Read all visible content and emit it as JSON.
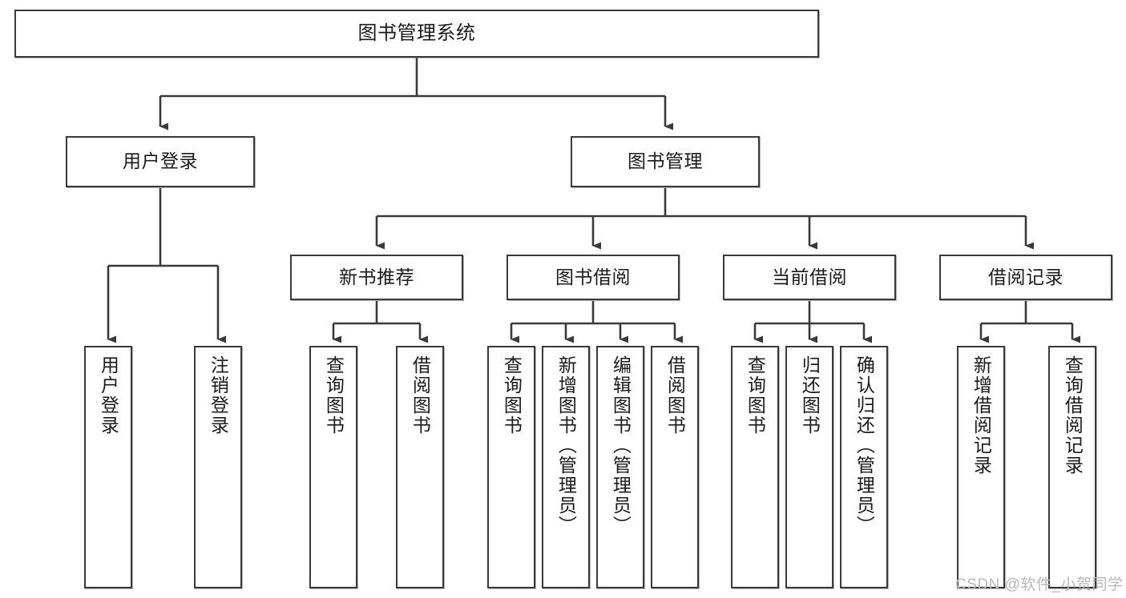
{
  "diagram": {
    "type": "tree-hierarchy-chart",
    "title": "图书管理系统",
    "watermark": "CSDN @软件_小贺同学",
    "colors": {
      "stroke": "#3a3a3a",
      "fill": "#ffffff",
      "text": "#1b1b1b",
      "watermark": "#b9b9b9"
    },
    "levels": {
      "root": {
        "label": "图书管理系统"
      },
      "level2": [
        {
          "label": "用户登录"
        },
        {
          "label": "图书管理"
        }
      ],
      "level3": [
        {
          "label": "新书推荐"
        },
        {
          "label": "图书借阅"
        },
        {
          "label": "当前借阅"
        },
        {
          "label": "借阅记录"
        }
      ],
      "leaves": {
        "user_login": [
          {
            "label": "用户登录"
          },
          {
            "label": "注销登录"
          }
        ],
        "new_book_recommend": [
          {
            "label": "查询图书"
          },
          {
            "label": "借阅图书"
          }
        ],
        "book_borrow": [
          {
            "label": "查询图书"
          },
          {
            "label": "新增图书（管理员）"
          },
          {
            "label": "编辑图书（管理员）"
          },
          {
            "label": "借阅图书"
          }
        ],
        "current_borrow": [
          {
            "label": "查询图书"
          },
          {
            "label": "归还图书"
          },
          {
            "label": "确认归还（管理员）"
          }
        ],
        "borrow_record": [
          {
            "label": "新增借阅记录"
          },
          {
            "label": "查询借阅记录"
          }
        ]
      }
    }
  }
}
